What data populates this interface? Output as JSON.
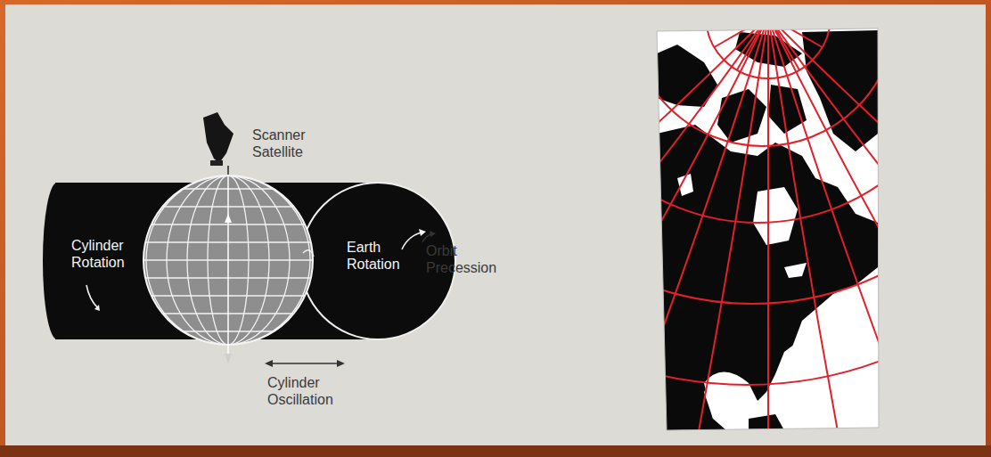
{
  "diagram": {
    "labels": [
      "Scanner Satellite",
      "Cylinder Rotation",
      "Earth Rotation",
      "Orbit Precession",
      "Cylinder Oscillation"
    ]
  }
}
